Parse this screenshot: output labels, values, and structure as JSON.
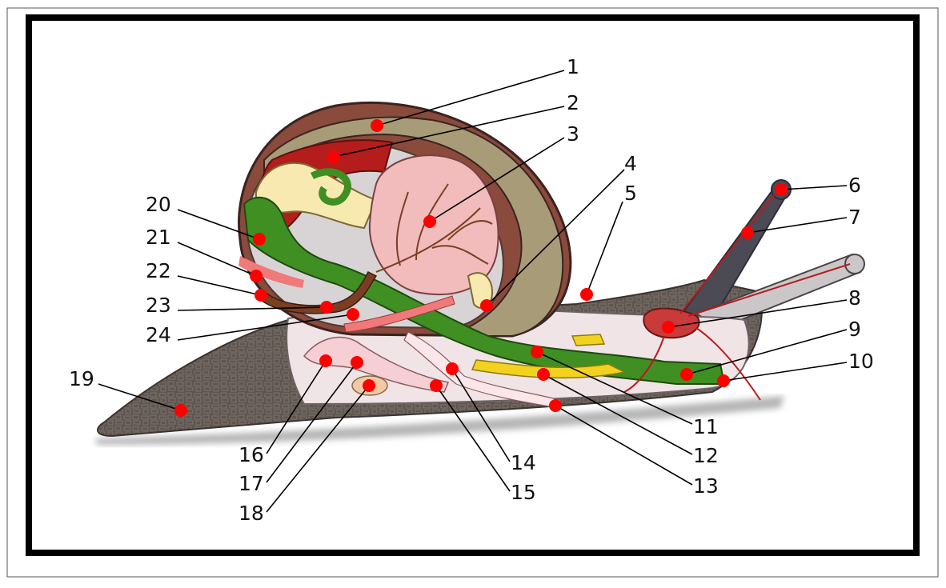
{
  "diagram": {
    "subject": "snail anatomy cross-section",
    "labels": [
      "1",
      "2",
      "3",
      "4",
      "5",
      "6",
      "7",
      "8",
      "9",
      "10",
      "11",
      "12",
      "13",
      "14",
      "15",
      "16",
      "17",
      "18",
      "19",
      "20",
      "21",
      "22",
      "23",
      "24"
    ],
    "colors": {
      "frame": "#000000",
      "background": "#ffffff",
      "marker": "#ff0000",
      "shell_brown": "#8a4a3c",
      "shell_tan": "#a89b78",
      "lung_pink": "#f2bcbc",
      "vessel_brown": "#7a3e22",
      "gut_green": "#3f8f22",
      "gland_yellow": "#f2d21e",
      "body_grey": "#5f5651",
      "tissue_pale": "#f0e4e6",
      "kidney_red": "#b51d1d",
      "albumen_cream": "#f7e9b0"
    }
  }
}
